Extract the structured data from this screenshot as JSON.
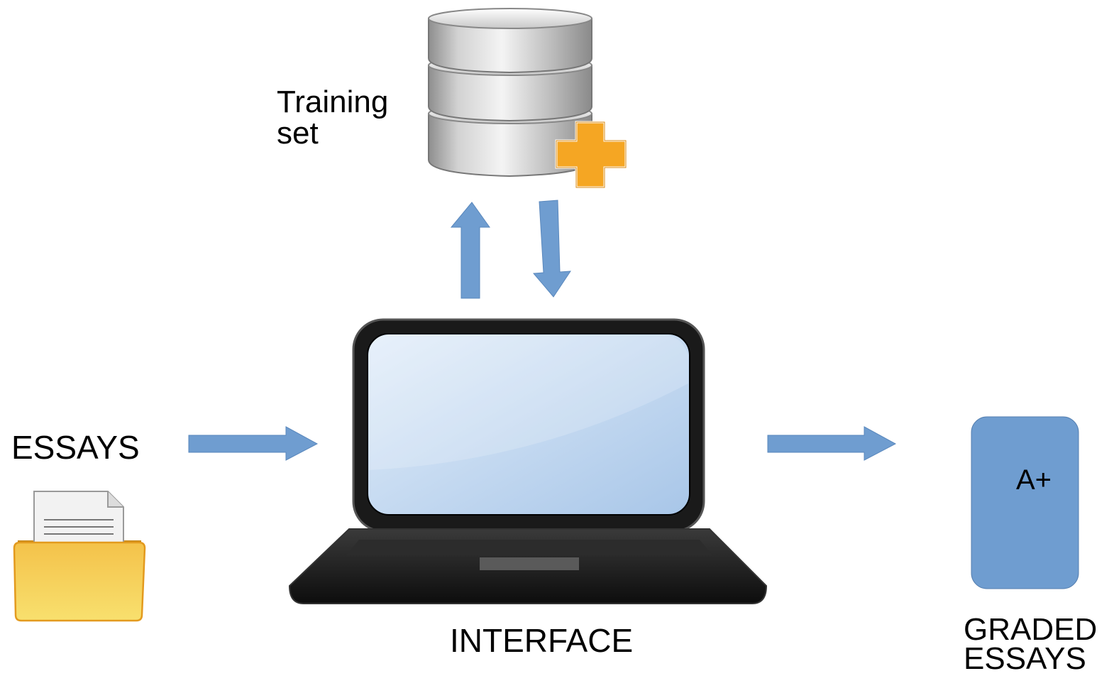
{
  "labels": {
    "training_set": "Training\nset",
    "essays": "ESSAYS",
    "interface": "INTERFACE",
    "graded_essays": "GRADED\nESSAYS",
    "grade": "A+"
  },
  "colors": {
    "arrow": "#6f9dd0",
    "card": "#6f9dd0",
    "folder": "#f2b632",
    "plus": "#f5a623",
    "laptop_body": "#111111",
    "screen": "#bcd4ee"
  },
  "icons": [
    "database-icon",
    "plus-icon",
    "laptop-icon",
    "folder-icon",
    "document-icon"
  ]
}
